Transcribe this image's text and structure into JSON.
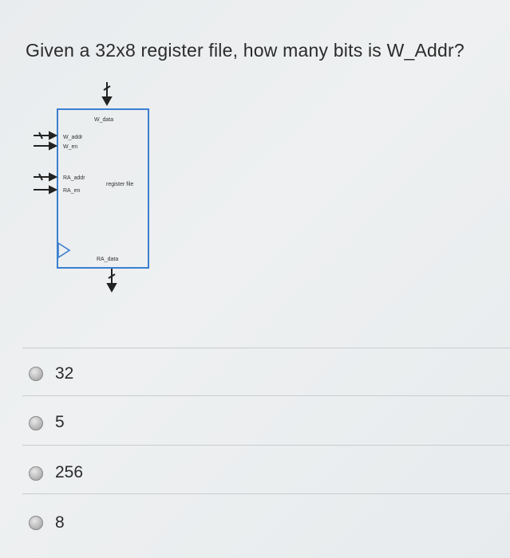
{
  "question": {
    "text": "Given a 32x8 register file, how many bits is W_Addr?"
  },
  "diagram": {
    "block_label": "register file",
    "ports": {
      "w_data": "W_data",
      "w_addr": "W_addr",
      "w_en": "W_en",
      "ra_addr": "RA_addr",
      "ra_en": "RA_en",
      "ra_data": "RA_data"
    }
  },
  "options": [
    {
      "label": "32",
      "selected": false
    },
    {
      "label": "5",
      "selected": false
    },
    {
      "label": "256",
      "selected": false
    },
    {
      "label": "8",
      "selected": false
    }
  ],
  "colors": {
    "block_border": "#3a7fd0",
    "text": "#2b2b2b"
  }
}
